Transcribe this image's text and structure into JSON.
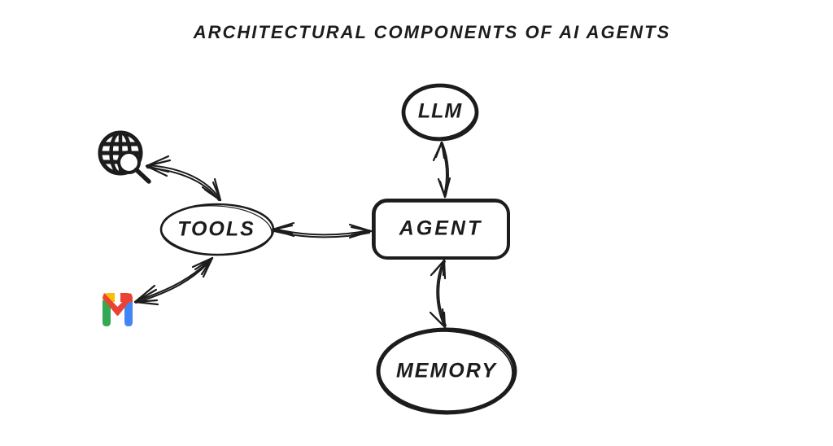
{
  "title": "ARCHITECTURAL COMPONENTS OF AI AGENTS",
  "nodes": {
    "llm": {
      "label": "LLM",
      "shape": "ellipse"
    },
    "agent": {
      "label": "AGENT",
      "shape": "rounded-rectangle"
    },
    "tools": {
      "label": "TOOLS",
      "shape": "ellipse"
    },
    "memory": {
      "label": "MEMORY",
      "shape": "ellipse"
    }
  },
  "icons": {
    "web_search": {
      "name": "web-search-icon",
      "depicts": "globe with magnifying glass"
    },
    "gmail": {
      "name": "gmail-icon",
      "depicts": "Gmail M logo"
    }
  },
  "edges": [
    {
      "from": "web-search",
      "to": "tools",
      "style": "double-headed-arrow"
    },
    {
      "from": "gmail",
      "to": "tools",
      "style": "double-headed-arrow"
    },
    {
      "from": "tools",
      "to": "agent",
      "style": "double-headed-arrow"
    },
    {
      "from": "llm",
      "to": "agent",
      "style": "double-headed-arrow"
    },
    {
      "from": "agent",
      "to": "memory",
      "style": "double-headed-arrow"
    }
  ],
  "colors": {
    "ink": "#1c1c1c",
    "background": "#ffffff",
    "gmail_red": "#EA4335",
    "gmail_blue": "#4285F4",
    "gmail_green": "#34A853",
    "gmail_yellow": "#FBBC04"
  }
}
